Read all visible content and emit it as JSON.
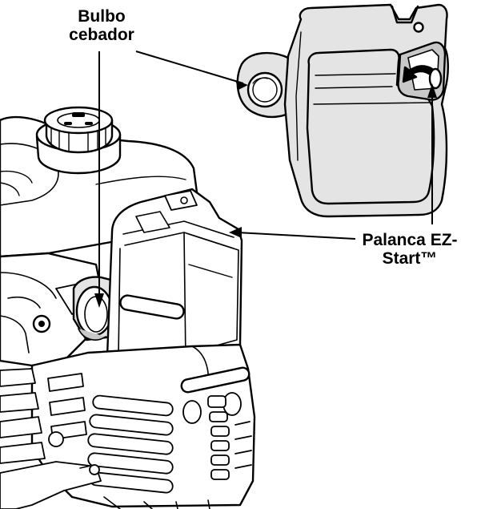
{
  "labels": {
    "primer_bulb": {
      "line1": "Bulbo",
      "line2": "cebador"
    },
    "ez_start_lever": {
      "line1": "Palanca EZ-",
      "line2": "Start™"
    }
  },
  "colors": {
    "line": "#000000",
    "fill": "#ffffff",
    "shade": "#e4e4e4",
    "mid_shade": "#c8c8c8"
  }
}
